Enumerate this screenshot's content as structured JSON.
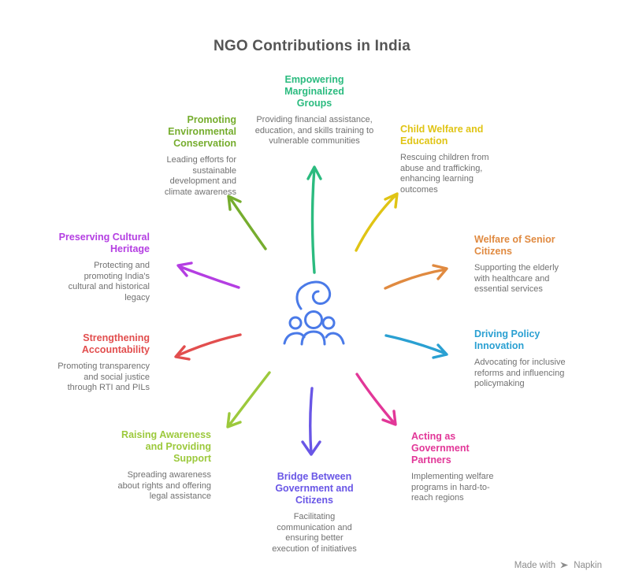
{
  "title": "NGO Contributions in India",
  "center": {
    "icon": "community-care-icon",
    "color": "#4A7AE8"
  },
  "nodes": [
    {
      "id": "empowering-marginalized-groups",
      "title": "Empowering Marginalized Groups",
      "description": "Providing financial assistance, education, and skills training to vulnerable communities",
      "color": "#2BBB7F"
    },
    {
      "id": "child-welfare-and-education",
      "title": "Child Welfare and Education",
      "description": "Rescuing children from abuse and trafficking, enhancing learning outcomes",
      "color": "#E0C414"
    },
    {
      "id": "welfare-of-senior-citizens",
      "title": "Welfare of Senior Citizens",
      "description": "Supporting the elderly with healthcare and essential services",
      "color": "#E08A40"
    },
    {
      "id": "driving-policy-innovation",
      "title": "Driving Policy Innovation",
      "description": "Advocating for inclusive reforms and influencing policymaking",
      "color": "#2AA0D2"
    },
    {
      "id": "acting-as-government-partners",
      "title": "Acting as Government Partners",
      "description": "Implementing welfare programs in hard-to-reach regions",
      "color": "#E23798"
    },
    {
      "id": "bridge-between-government-and-citizens",
      "title": "Bridge Between Government and Citizens",
      "description": "Facilitating communication and ensuring better execution of initiatives",
      "color": "#6956E6"
    },
    {
      "id": "raising-awareness-and-providing-support",
      "title": "Raising Awareness and Providing Support",
      "description": "Spreading awareness about rights and offering legal assistance",
      "color": "#9CC93C"
    },
    {
      "id": "strengthening-accountability",
      "title": "Strengthening Accountability",
      "description": "Promoting transparency and social justice through RTI and PILs",
      "color": "#E24E4E"
    },
    {
      "id": "preserving-cultural-heritage",
      "title": "Preserving Cultural Heritage",
      "description": "Protecting and promoting India's cultural and historical legacy",
      "color": "#B43EE2"
    },
    {
      "id": "promoting-environmental-conservation",
      "title": "Promoting Environmental Conservation",
      "description": "Leading efforts for sustainable development and climate awareness",
      "color": "#76AD2E"
    }
  ],
  "footer": {
    "made_with_label": "Made with",
    "brand": "Napkin"
  }
}
